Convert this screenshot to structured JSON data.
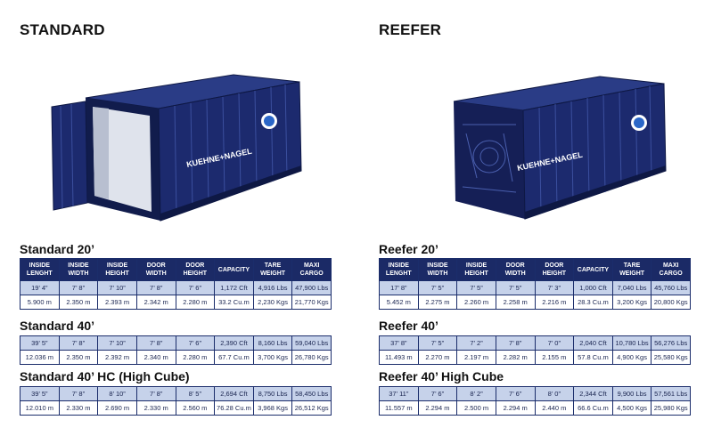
{
  "headings": {
    "standard": "STANDARD",
    "reefer": "REEFER"
  },
  "brand": "KUEHNE+NAGEL",
  "columns": [
    [
      "INSIDE",
      "LENGHT"
    ],
    [
      "INSIDE",
      "WIDTH"
    ],
    [
      "INSIDE",
      "HEIGHT"
    ],
    [
      "DOOR",
      "WIDTH"
    ],
    [
      "DOOR",
      "HEIGHT"
    ],
    [
      "CAPACITY",
      ""
    ],
    [
      "TARE",
      "WEIGHT"
    ],
    [
      "MAXI",
      "CARGO"
    ]
  ],
  "tables": {
    "std20": {
      "title": "Standard 20’",
      "imperial": [
        "19’ 4”",
        "7’ 8”",
        "7’ 10”",
        "7’ 8”",
        "7’ 6”",
        "1,172 Cft",
        "4,916 Lbs",
        "47,900 Lbs"
      ],
      "metric": [
        "5.900 m",
        "2.350 m",
        "2.393 m",
        "2.342 m",
        "2.280 m",
        "33.2 Cu.m",
        "2,230 Kgs",
        "21,770 Kgs"
      ]
    },
    "std40": {
      "title": "Standard 40’",
      "imperial": [
        "39’ 5”",
        "7’ 8”",
        "7’ 10”",
        "7’ 8”",
        "7’ 6”",
        "2,390 Cft",
        "8,160 Lbs",
        "59,040 Lbs"
      ],
      "metric": [
        "12.036 m",
        "2.350 m",
        "2.392 m",
        "2.340 m",
        "2.280 m",
        "67.7 Cu.m",
        "3,700 Kgs",
        "26,780 Kgs"
      ]
    },
    "std40hc": {
      "title": "Standard 40’ HC (High Cube)",
      "imperial": [
        "39’ 5”",
        "7’ 8”",
        "8’ 10”",
        "7’ 8”",
        "8’ 5”",
        "2,694 Cft",
        "8,750 Lbs",
        "58,450 Lbs"
      ],
      "metric": [
        "12.010 m",
        "2.330 m",
        "2.690 m",
        "2.330 m",
        "2.560 m",
        "76.28 Cu.m",
        "3,968 Kgs",
        "26,512 Kgs"
      ]
    },
    "ref20": {
      "title": "Reefer 20’",
      "imperial": [
        "17’ 8”",
        "7’ 5”",
        "7’ 5”",
        "7’ 5”",
        "7’ 3”",
        "1,000 Cft",
        "7,040 Lbs",
        "45,760 Lbs"
      ],
      "metric": [
        "5.452 m",
        "2.275 m",
        "2.260 m",
        "2.258 m",
        "2.216 m",
        "28.3 Cu.m",
        "3,200 Kgs",
        "20,800 Kgs"
      ]
    },
    "ref40": {
      "title": "Reefer 40’",
      "imperial": [
        "37’ 8”",
        "7’ 5”",
        "7’ 2”",
        "7’ 8”",
        "7’ 0”",
        "2,040 Cft",
        "10,780 Lbs",
        "56,276 Lbs"
      ],
      "metric": [
        "11.493 m",
        "2.270 m",
        "2.197 m",
        "2.282 m",
        "2.155 m",
        "57.8 Cu.m",
        "4,900 Kgs",
        "25,580 Kgs"
      ]
    },
    "ref40hc": {
      "title": "Reefer 40’ High Cube",
      "imperial": [
        "37’ 11”",
        "7’ 6”",
        "8’ 2”",
        "7’ 6”",
        "8’ 0”",
        "2,344 Cft",
        "9,900 Lbs",
        "57,561 Lbs"
      ],
      "metric": [
        "11.557 m",
        "2.294 m",
        "2.500 m",
        "2.294 m",
        "2.440 m",
        "66.6 Cu.m",
        "4,500 Kgs",
        "25,980 Kgs"
      ]
    }
  },
  "colors": {
    "container": "#1c2a6e",
    "container_dark": "#111c4c",
    "header": "#1b2a66",
    "row_tint": "#c6d2ea"
  }
}
